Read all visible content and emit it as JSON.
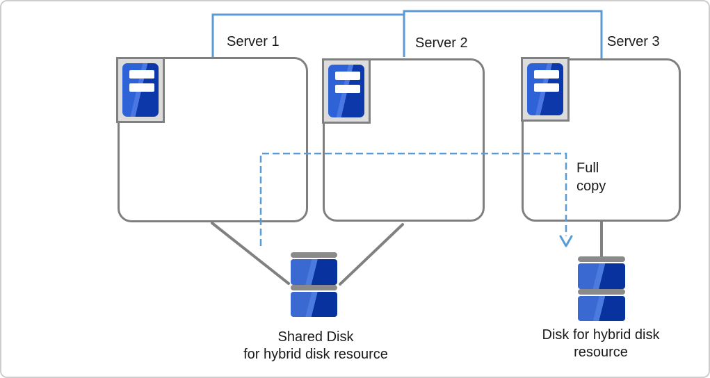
{
  "diagram": {
    "servers": [
      {
        "label": "Server 1"
      },
      {
        "label": "Server 2"
      },
      {
        "label": "Server 3"
      }
    ],
    "full_copy": {
      "line1": "Full",
      "line2": "copy"
    },
    "shared_disk": {
      "line1": "Shared Disk",
      "line2": "for hybrid disk resource"
    },
    "hybrid_disk": {
      "line1": "Disk for hybrid disk",
      "line2": "resource"
    }
  },
  "icons": {
    "server_icon": "server-unit-icon",
    "shared_disk_icon": "disk-stack-icon",
    "hybrid_disk_icon": "disk-stack-icon",
    "full_copy_arrow": "dashed-down-arrow-icon"
  },
  "colors": {
    "network_line": "#5B9BD5",
    "copy_arrow": "#5B9BD5",
    "server_box_border": "#7F7F7F",
    "connector_gray": "#808080",
    "disk_blue": "#3A69D2",
    "disk_blue_dark": "#08339F",
    "disk_cap_gray": "#8A8A8A",
    "icon_blue": "#2E63D8",
    "icon_blue_dark": "#0C38AA",
    "icon_frame_fill": "#DCDCDC",
    "text": "#1A1A1A",
    "canvas_border": "#CDCDCD",
    "background": "#FFFFFF"
  }
}
